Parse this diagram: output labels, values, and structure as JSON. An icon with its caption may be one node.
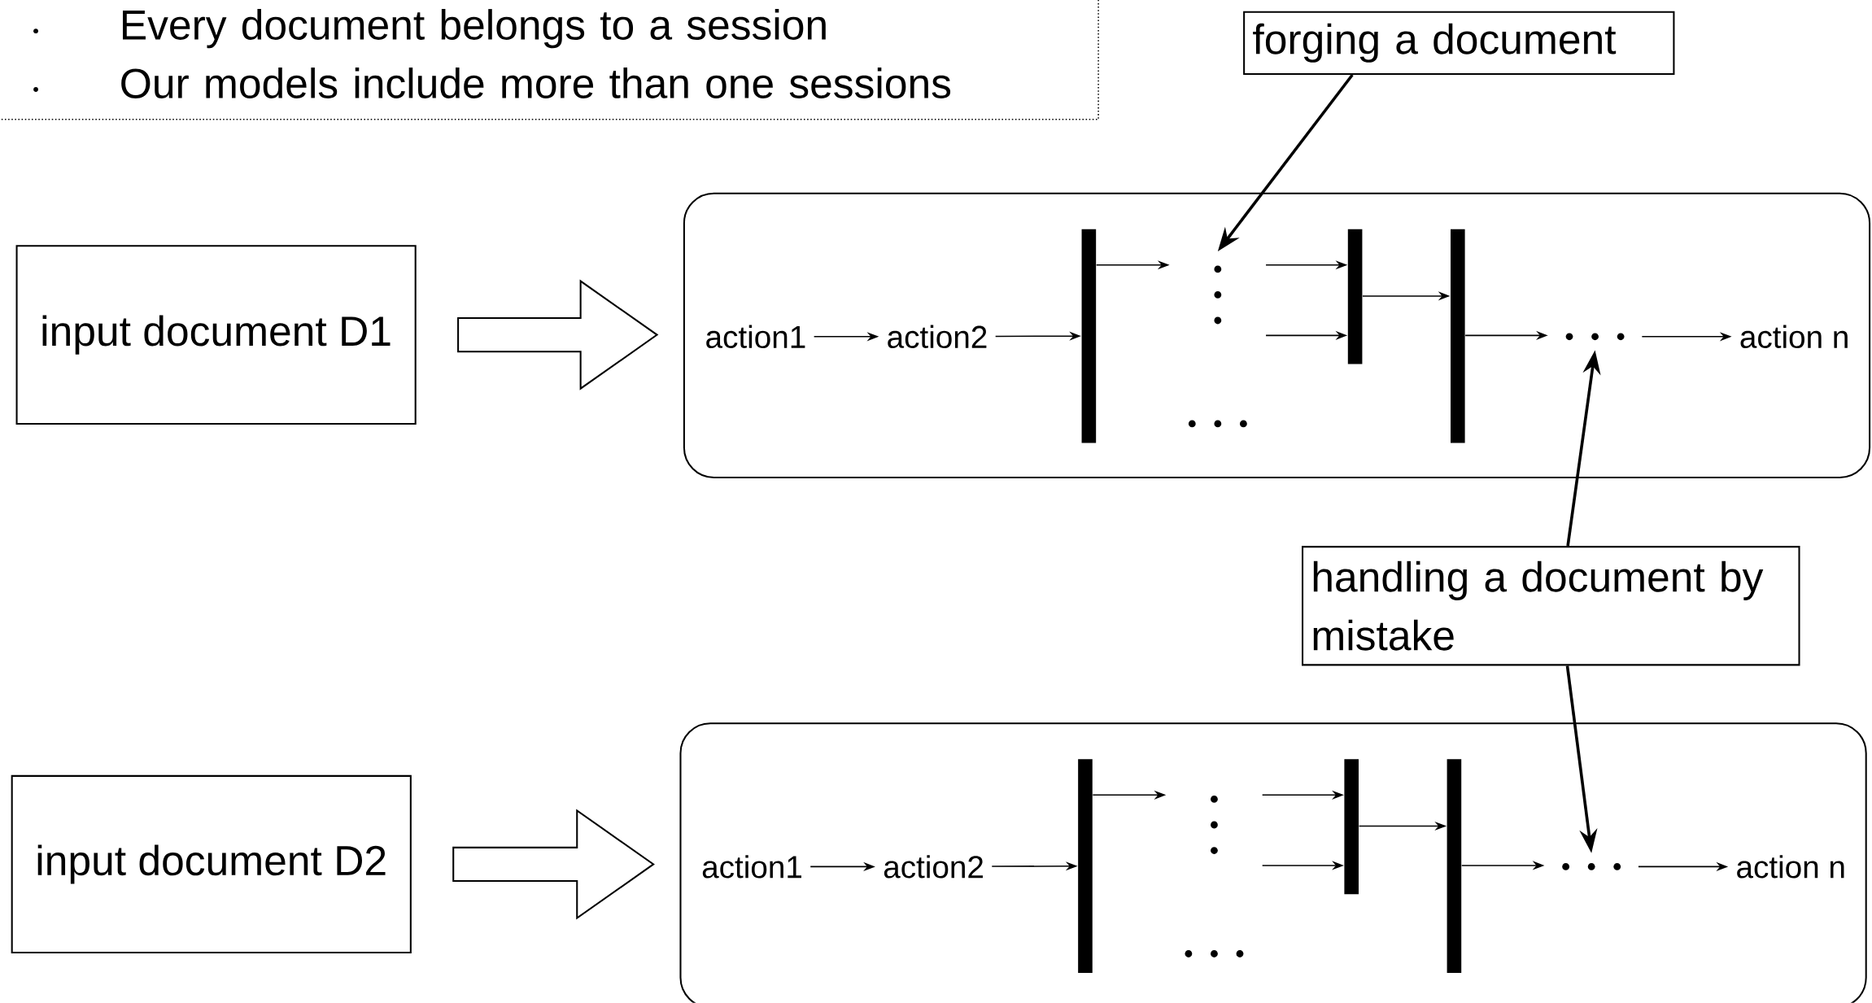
{
  "diagram": {
    "nodes": [
      {
        "text": [
          "Every document belongs to a session",
          "Our models include more than one sessions"
        ]
      },
      {
        "text": [
          "forging a document"
        ]
      },
      {
        "text": [
          "input document D1"
        ]
      },
      {
        "text": [],
        "shape": "box"
      },
      {
        "text": [
          "action1"
        ],
        "in": 3
      },
      {
        "text": [
          "action2"
        ],
        "in": 3
      },
      {
        "text": [],
        "shape": "bar",
        "in": 3
      },
      {
        "text": [],
        "shape": "dots",
        "in": 3
      },
      {
        "text": [],
        "shape": "bar",
        "in": 3
      },
      {
        "text": [],
        "shape": "bar",
        "in": 3
      },
      {
        "text": [],
        "shape": "dots",
        "in": 3
      },
      {
        "text": [
          "action n"
        ],
        "in": 3
      },
      {
        "text": [],
        "shape": "dots",
        "in": 3
      },
      {
        "text": [
          "handling a document by mistake"
        ]
      },
      {
        "text": [
          "input document D2"
        ]
      },
      {
        "text": [],
        "shape": "box"
      },
      {
        "text": [
          "action1"
        ],
        "in": 15
      },
      {
        "text": [
          "action2"
        ],
        "in": 15
      },
      {
        "text": [],
        "shape": "bar",
        "in": 15
      },
      {
        "text": [],
        "shape": "dots",
        "in": 15
      },
      {
        "text": [],
        "shape": "bar",
        "in": 15
      },
      {
        "text": [],
        "shape": "bar",
        "in": 15
      },
      {
        "text": [],
        "shape": "dots",
        "in": 15
      },
      {
        "text": [
          "action n"
        ],
        "in": 15
      },
      {
        "text": [],
        "shape": "dots",
        "in": 15
      }
    ],
    "edges": [
      {
        "from": 2,
        "to": 3,
        "arrow": "to",
        "style": "thick"
      },
      {
        "from": 4,
        "to": 5,
        "arrow": "to"
      },
      {
        "from": 5,
        "to": 6,
        "arrow": "to"
      },
      {
        "from": 6,
        "to": 7,
        "arrow": "to"
      },
      {
        "from": 7,
        "to": 8,
        "arrow": "to"
      },
      {
        "from": 7,
        "to": 8,
        "arrow": "to"
      },
      {
        "from": 8,
        "to": 9,
        "arrow": "to"
      },
      {
        "from": 9,
        "to": 10,
        "arrow": "to"
      },
      {
        "from": 10,
        "to": 11,
        "arrow": "to"
      },
      {
        "from": 1,
        "to": 7,
        "arrow": "to"
      },
      {
        "from": 13,
        "to": 10,
        "arrow": "to"
      },
      {
        "from": 13,
        "to": 22,
        "arrow": "to"
      },
      {
        "from": 14,
        "to": 15,
        "arrow": "to",
        "style": "thick"
      },
      {
        "from": 16,
        "to": 17,
        "arrow": "to"
      },
      {
        "from": 17,
        "to": 18,
        "arrow": "to"
      },
      {
        "from": 18,
        "to": 19,
        "arrow": "to"
      },
      {
        "from": 19,
        "to": 20,
        "arrow": "to"
      },
      {
        "from": 19,
        "to": 20,
        "arrow": "to"
      },
      {
        "from": 20,
        "to": 21,
        "arrow": "to"
      },
      {
        "from": 21,
        "to": 22,
        "arrow": "to"
      },
      {
        "from": 22,
        "to": 23,
        "arrow": "to"
      }
    ]
  }
}
